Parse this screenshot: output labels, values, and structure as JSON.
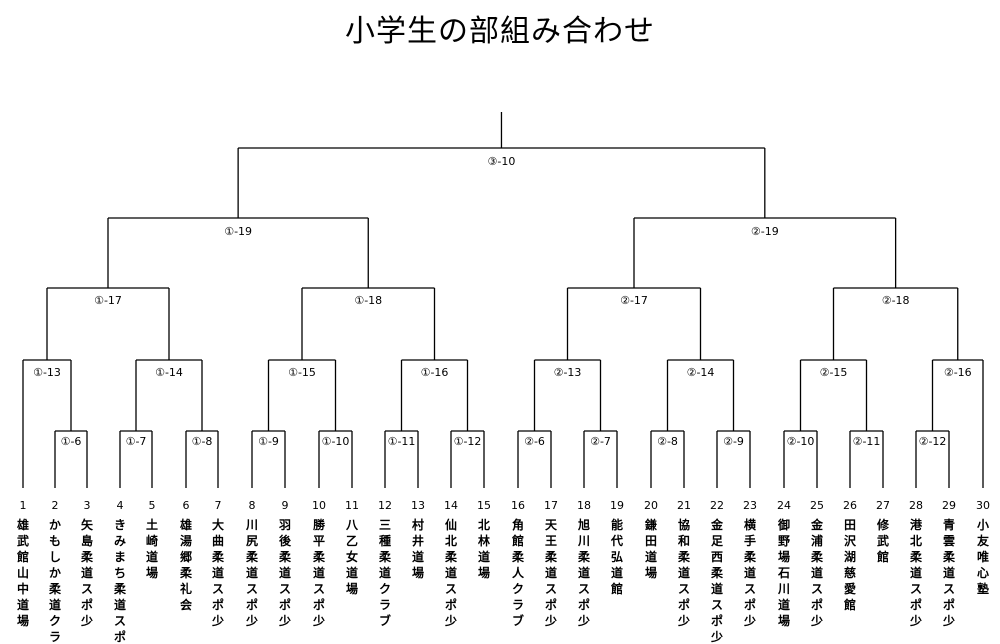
{
  "title": "小学生の部組み合わせ",
  "teams": [
    {
      "no": "1",
      "name": "雄武館山中道場"
    },
    {
      "no": "2",
      "name": "かもしか柔道クラブ"
    },
    {
      "no": "3",
      "name": "矢島柔道スポ少"
    },
    {
      "no": "4",
      "name": "きみまち柔道スポ少"
    },
    {
      "no": "5",
      "name": "土崎道場"
    },
    {
      "no": "6",
      "name": "雄湯郷柔礼会"
    },
    {
      "no": "7",
      "name": "大曲柔道スポ少"
    },
    {
      "no": "8",
      "name": "川尻柔道スポ少"
    },
    {
      "no": "9",
      "name": "羽後柔道スポ少"
    },
    {
      "no": "10",
      "name": "勝平柔道スポ少"
    },
    {
      "no": "11",
      "name": "八乙女道場"
    },
    {
      "no": "12",
      "name": "三種柔道クラブ"
    },
    {
      "no": "13",
      "name": "村井道場"
    },
    {
      "no": "14",
      "name": "仙北柔道スポ少"
    },
    {
      "no": "15",
      "name": "北林道場"
    },
    {
      "no": "16",
      "name": "角館柔人クラブ"
    },
    {
      "no": "17",
      "name": "天王柔道スポ少"
    },
    {
      "no": "18",
      "name": "旭川柔道スポ少"
    },
    {
      "no": "19",
      "name": "能代弘道館"
    },
    {
      "no": "20",
      "name": "鎌田道場"
    },
    {
      "no": "21",
      "name": "協和柔道スポ少"
    },
    {
      "no": "22",
      "name": "金足西柔道スポ少"
    },
    {
      "no": "23",
      "name": "横手柔道スポ少"
    },
    {
      "no": "24",
      "name": "御野場石川道場"
    },
    {
      "no": "25",
      "name": "金浦柔道スポ少"
    },
    {
      "no": "26",
      "name": "田沢湖慈愛館"
    },
    {
      "no": "27",
      "name": "修武館"
    },
    {
      "no": "28",
      "name": "港北柔道スポ少"
    },
    {
      "no": "29",
      "name": "青雲柔道スポ少"
    },
    {
      "no": "30",
      "name": "小友唯心塾"
    }
  ],
  "matches": {
    "r1": [
      "①-6",
      "①-7",
      "①-8",
      "①-9",
      "①-10",
      "①-11",
      "①-12",
      "②-6",
      "②-7",
      "②-8",
      "②-9",
      "②-10",
      "②-11",
      "②-12"
    ],
    "r2": [
      "①-13",
      "①-14",
      "①-15",
      "①-16",
      "②-13",
      "②-14",
      "②-15",
      "②-16"
    ],
    "r3": [
      "①-17",
      "①-18",
      "②-17",
      "②-18"
    ],
    "r4": [
      "①-19",
      "②-19"
    ],
    "final": "③-10"
  }
}
